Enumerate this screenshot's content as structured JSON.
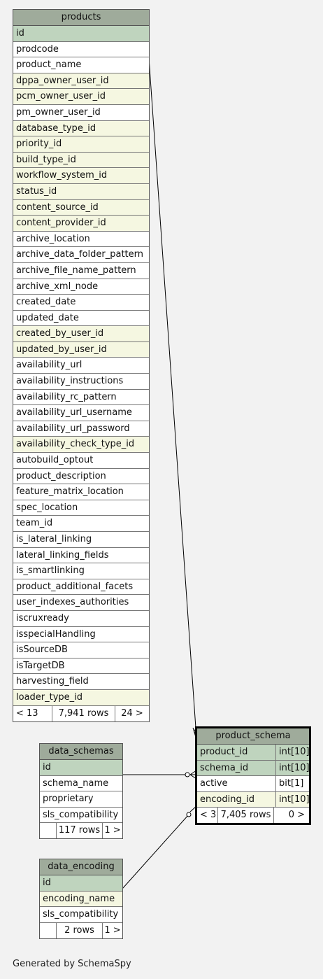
{
  "tables": {
    "products": {
      "name": "products",
      "columns": [
        {
          "name": "id",
          "kind": "pk"
        },
        {
          "name": "prodcode",
          "kind": "plain"
        },
        {
          "name": "product_name",
          "kind": "plain"
        },
        {
          "name": "dppa_owner_user_id",
          "kind": "fk"
        },
        {
          "name": "pcm_owner_user_id",
          "kind": "fk"
        },
        {
          "name": "pm_owner_user_id",
          "kind": "plain"
        },
        {
          "name": "database_type_id",
          "kind": "fk"
        },
        {
          "name": "priority_id",
          "kind": "fk"
        },
        {
          "name": "build_type_id",
          "kind": "fk"
        },
        {
          "name": "workflow_system_id",
          "kind": "fk"
        },
        {
          "name": "status_id",
          "kind": "fk"
        },
        {
          "name": "content_source_id",
          "kind": "fk"
        },
        {
          "name": "content_provider_id",
          "kind": "fk"
        },
        {
          "name": "archive_location",
          "kind": "plain"
        },
        {
          "name": "archive_data_folder_pattern",
          "kind": "plain"
        },
        {
          "name": "archive_file_name_pattern",
          "kind": "plain"
        },
        {
          "name": "archive_xml_node",
          "kind": "plain"
        },
        {
          "name": "created_date",
          "kind": "plain"
        },
        {
          "name": "updated_date",
          "kind": "plain"
        },
        {
          "name": "created_by_user_id",
          "kind": "fk"
        },
        {
          "name": "updated_by_user_id",
          "kind": "fk"
        },
        {
          "name": "availability_url",
          "kind": "plain"
        },
        {
          "name": "availability_instructions",
          "kind": "plain"
        },
        {
          "name": "availability_rc_pattern",
          "kind": "plain"
        },
        {
          "name": "availability_url_username",
          "kind": "plain"
        },
        {
          "name": "availability_url_password",
          "kind": "plain"
        },
        {
          "name": "availability_check_type_id",
          "kind": "fk"
        },
        {
          "name": "autobuild_optout",
          "kind": "plain"
        },
        {
          "name": "product_description",
          "kind": "plain"
        },
        {
          "name": "feature_matrix_location",
          "kind": "plain"
        },
        {
          "name": "spec_location",
          "kind": "plain"
        },
        {
          "name": "team_id",
          "kind": "plain"
        },
        {
          "name": "is_lateral_linking",
          "kind": "plain"
        },
        {
          "name": "lateral_linking_fields",
          "kind": "plain"
        },
        {
          "name": "is_smartlinking",
          "kind": "plain"
        },
        {
          "name": "product_additional_facets",
          "kind": "plain"
        },
        {
          "name": "user_indexes_authorities",
          "kind": "plain"
        },
        {
          "name": "iscruxready",
          "kind": "plain"
        },
        {
          "name": "isspecialHandling",
          "kind": "plain"
        },
        {
          "name": "isSourceDB",
          "kind": "plain"
        },
        {
          "name": "isTargetDB",
          "kind": "plain"
        },
        {
          "name": "harvesting_field",
          "kind": "plain"
        },
        {
          "name": "loader_type_id",
          "kind": "fk"
        }
      ],
      "footer": {
        "left": "< 13",
        "mid": "7,941 rows",
        "right": "24 >"
      }
    },
    "product_schema": {
      "name": "product_schema",
      "columns": [
        {
          "name": "product_id",
          "type": "int[10]",
          "kind": "pk"
        },
        {
          "name": "schema_id",
          "type": "int[10]",
          "kind": "pk"
        },
        {
          "name": "active",
          "type": "bit[1]",
          "kind": "plain"
        },
        {
          "name": "encoding_id",
          "type": "int[10]",
          "kind": "fk"
        }
      ],
      "footer": {
        "left": "< 3",
        "mid": "7,405 rows",
        "right": "0 >"
      }
    },
    "data_schemas": {
      "name": "data_schemas",
      "columns": [
        {
          "name": "id",
          "kind": "pk"
        },
        {
          "name": "schema_name",
          "kind": "plain"
        },
        {
          "name": "proprietary",
          "kind": "plain"
        },
        {
          "name": "sls_compatibility",
          "kind": "plain"
        }
      ],
      "footer": {
        "left": "",
        "mid": "117 rows",
        "right": "1 >"
      }
    },
    "data_encoding": {
      "name": "data_encoding",
      "columns": [
        {
          "name": "id",
          "kind": "pk"
        },
        {
          "name": "encoding_name",
          "kind": "fk"
        },
        {
          "name": "sls_compatibility",
          "kind": "plain"
        }
      ],
      "footer": {
        "left": "",
        "mid": "2 rows",
        "right": "1 >"
      }
    }
  },
  "colors": {
    "header": "#9fab9b",
    "primary_key": "#bfd4be",
    "foreign_key": "#f5f7e1",
    "plain": "#ffffff",
    "background": "#f2f2f2"
  },
  "credit": "Generated by SchemaSpy"
}
